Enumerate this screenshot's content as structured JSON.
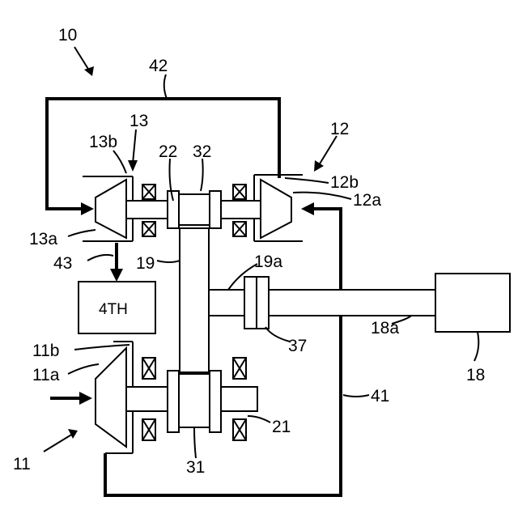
{
  "labels": {
    "l10": "10",
    "l42": "42",
    "l13": "13",
    "l13b": "13b",
    "l22": "22",
    "l32": "32",
    "l12": "12",
    "l12b": "12b",
    "l12a": "12a",
    "l13a": "13a",
    "l43": "43",
    "l19": "19",
    "l19a": "19a",
    "l4th": "4TH",
    "l11b": "11b",
    "l11a": "11a",
    "l37": "37",
    "l18a": "18a",
    "l18": "18",
    "l41": "41",
    "l21": "21",
    "l11": "11",
    "l31": "31"
  }
}
